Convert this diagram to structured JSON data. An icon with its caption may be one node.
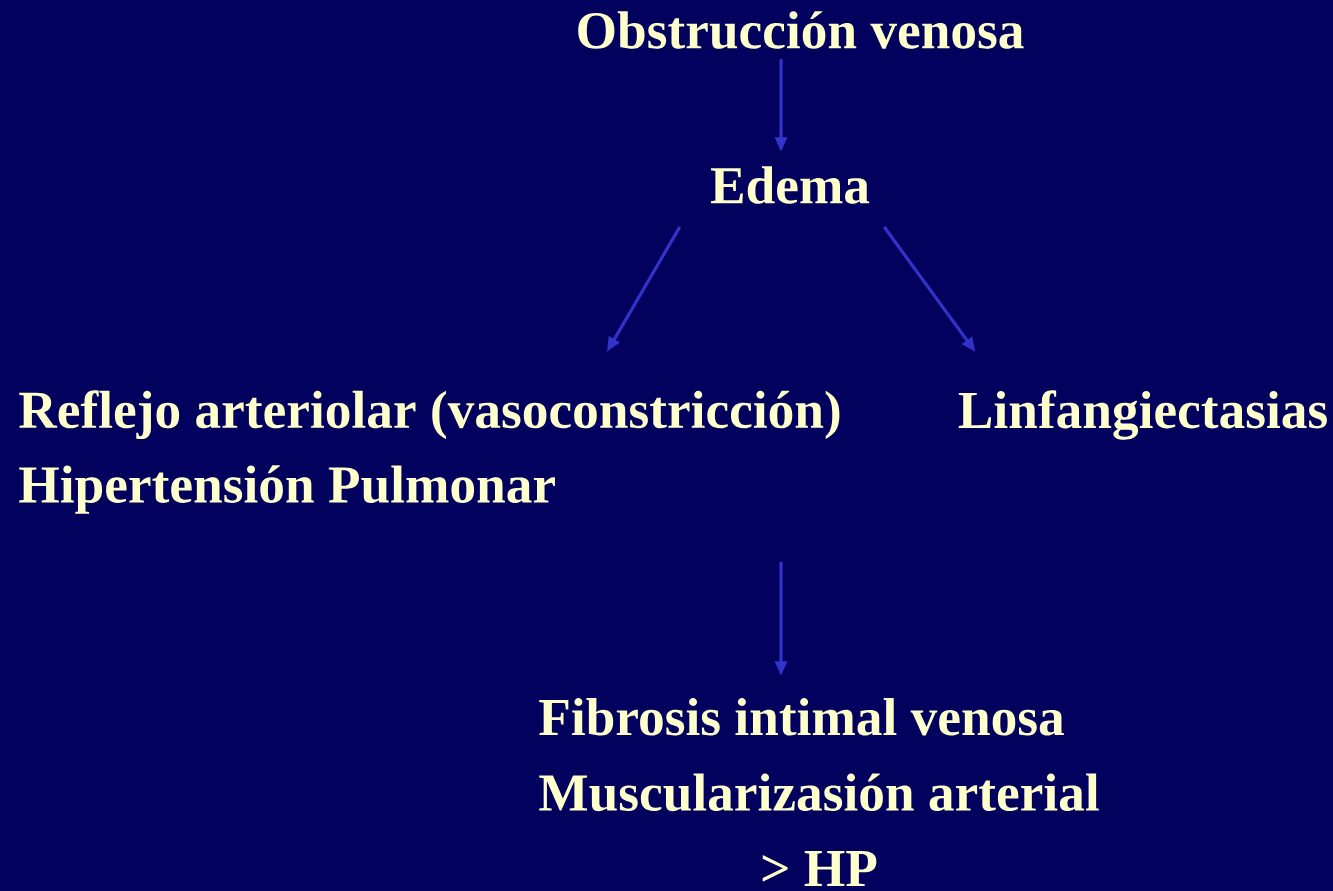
{
  "diagram": {
    "nodes": [
      {
        "text": [
          "Obstrucción venosa"
        ]
      },
      {
        "text": [
          "Edema"
        ]
      },
      {
        "text": [
          "Reflejo arteriolar (vasoconstricción)",
          "Hipertensión Pulmonar"
        ]
      },
      {
        "text": [
          "Linfangiectasias"
        ]
      },
      {
        "text": [
          "Fibrosis intimal venosa",
          "Muscularizasión arterial",
          "> HP"
        ]
      }
    ],
    "edges": [
      {
        "from": 0,
        "to": 1,
        "arrow": "to"
      },
      {
        "from": 1,
        "to": 2,
        "arrow": "to"
      },
      {
        "from": 1,
        "to": 3,
        "arrow": "to"
      },
      {
        "from": null,
        "to": 4,
        "arrow": "to"
      }
    ]
  }
}
